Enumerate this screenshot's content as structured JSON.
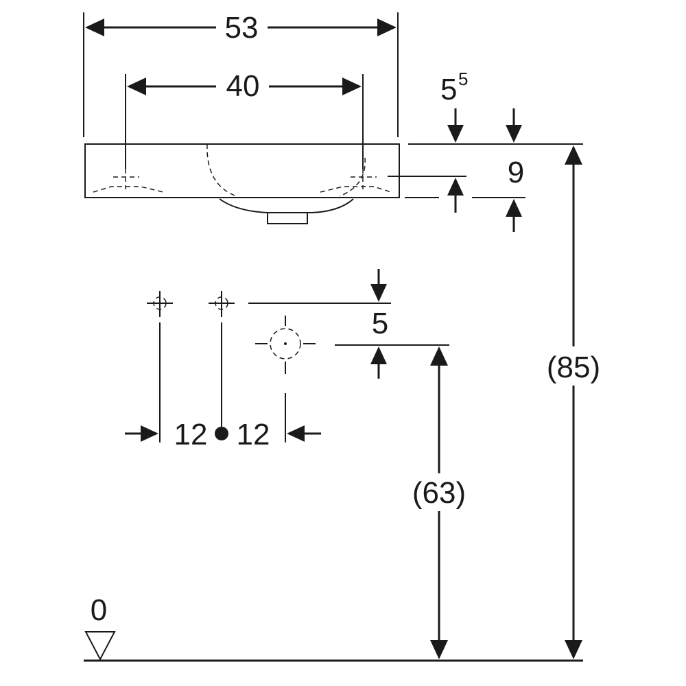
{
  "dimensions": {
    "overall_width": "53",
    "tap_hole_spacing": "40",
    "overflow_base": "5",
    "overflow_sup": "5",
    "basin_height": "9",
    "waste_offset": "5",
    "left_offset": "12",
    "right_offset": "12",
    "waste_height": "(63)",
    "rim_height": "(85)",
    "floor_level": "0"
  },
  "colors": {
    "line": "#1a1a1a",
    "background": "#ffffff"
  }
}
